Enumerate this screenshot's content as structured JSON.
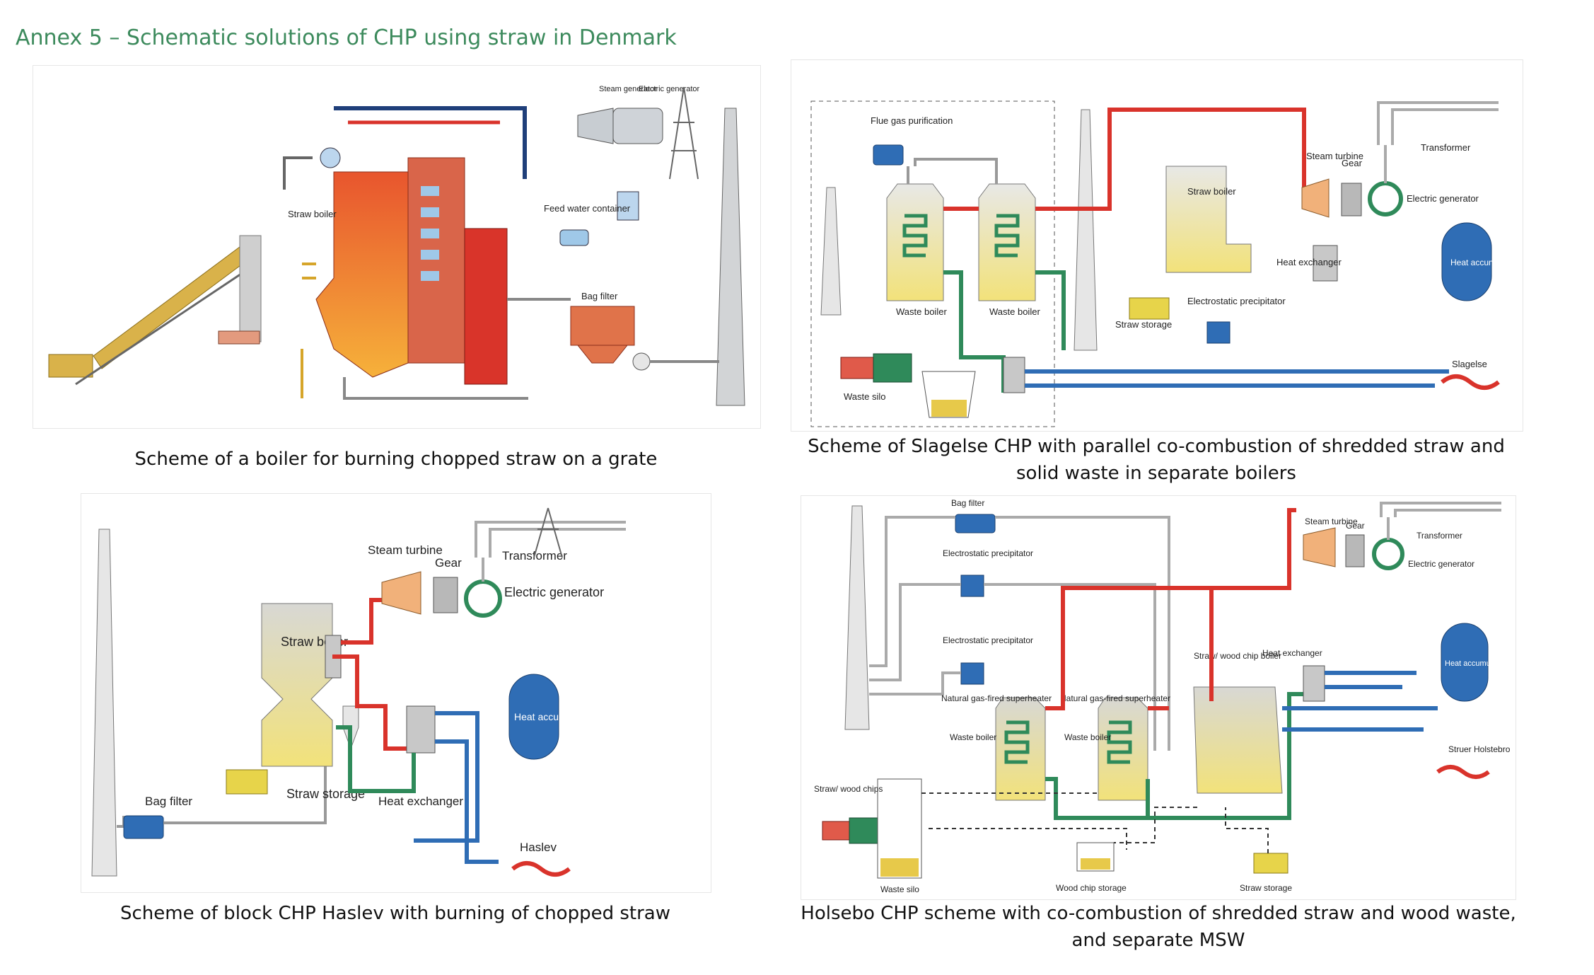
{
  "title": "Annex 5 – Schematic solutions of CHP using straw in Denmark",
  "colors": {
    "title": "#3c8a5c",
    "hot": "#d9332b",
    "cold": "#2f6db5",
    "green": "#2f8a5a",
    "gray": "#bfc3c6",
    "straw": "#e7d44a"
  },
  "d1": {
    "caption": "Scheme of a boiler for burning chopped straw on a grate",
    "labels": {
      "steam_gen": "Steam generator",
      "elec_gen": "Electric generator",
      "straw_boiler": "Straw boiler",
      "feed_water": "Feed water container",
      "bag_filter": "Bag filter"
    }
  },
  "d2": {
    "caption": "Scheme of Slagelse CHP with parallel co-combustion of shredded straw and solid waste in separate boilers",
    "labels": {
      "flue_gas": "Flue gas purification",
      "waste_boiler_1": "Waste boiler",
      "waste_boiler_2": "Waste boiler",
      "waste_silo": "Waste silo",
      "straw_boiler": "Straw boiler",
      "straw_storage": "Straw storage",
      "esp": "Electrostatic precipitator",
      "steam_turbine": "Steam turbine",
      "gear": "Gear",
      "transformer": "Transformer",
      "elec_gen": "Electric generator",
      "heat_exchanger": "Heat exchanger",
      "heat_accumulator": "Heat accumulator",
      "city": "Slagelse"
    }
  },
  "d3": {
    "caption": "Scheme of block CHP Haslev with burning of chopped straw",
    "labels": {
      "steam_turbine": "Steam turbine",
      "gear": "Gear",
      "transformer": "Transformer",
      "straw_boiler": "Straw boiler",
      "elec_gen": "Electric generator",
      "heat_accumulator": "Heat accumulator",
      "straw_storage": "Straw storage",
      "bag_filter": "Bag filter",
      "heat_exchanger": "Heat exchanger",
      "city": "Haslev"
    }
  },
  "d4": {
    "caption": "Holsebo CHP scheme with co-combustion of shredded straw and wood waste, and separate MSW",
    "labels": {
      "bag_filter": "Bag filter",
      "esp_1": "Electrostatic precipitator",
      "esp_2": "Electrostatic precipitator",
      "steam_turbine": "Steam turbine",
      "gear": "Gear",
      "transformer": "Transformer",
      "elec_gen": "Electric generator",
      "superheater_1": "Natural gas-fired superheater",
      "superheater_2": "Natural gas-fired superheater",
      "straw_wood_boiler": "Straw/ wood chip boiler",
      "heat_exchanger": "Heat exchanger",
      "heat_accumulator": "Heat accumulator",
      "waste_boiler_1": "Waste boiler",
      "waste_boiler_2": "Waste boiler",
      "straw_wood_chips": "Straw/ wood chips",
      "waste_silo": "Waste silo",
      "wood_chip_storage": "Wood chip storage",
      "straw_storage": "Straw storage",
      "city": "Struer Holstebro"
    }
  }
}
